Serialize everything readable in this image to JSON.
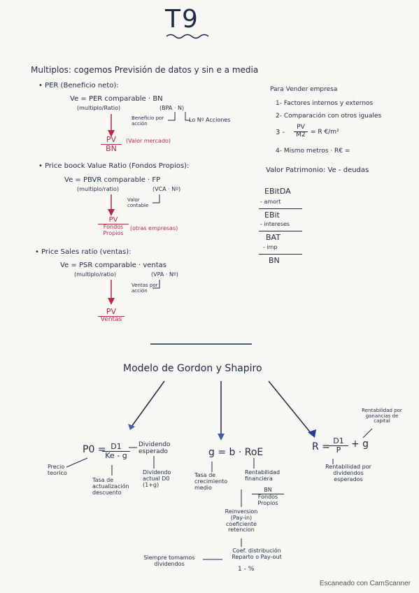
{
  "title": "T9",
  "intro": "Multiplos: cogemos Previsión de datos y sin e a media",
  "per": {
    "heading": "• PER (Beneficio neto):",
    "formula": "Ve = PER comparable · BN",
    "sub_left": "(multiplo/Ratio)",
    "sub_right": "(BPA · N)",
    "note_beneficio": "Beneficio por acción",
    "note_acciones": "Lo Nº Acciones",
    "pv_num": "PV",
    "pv_den": "BN",
    "pv_note": "(Valor mercado)"
  },
  "pbvr": {
    "heading": "• Price boock Value Ratio (Fondos Propios):",
    "formula": "Ve = PBVR comparable · FP",
    "sub_left": "(multiplo/ratio)",
    "sub_right": "(VCA · Nº)",
    "note_valor": "Valor contable",
    "pv_num": "PV",
    "pv_den": "Fondos Propios",
    "pv_note": "(otras empresas)"
  },
  "psr": {
    "heading": "• Price Sales ratio (ventas):",
    "formula": "Ve = PSR comparable · ventas",
    "sub_left": "(multiplo/ratio)",
    "sub_right": "(VPA · Nº)",
    "note_ventas": "Ventas por acción",
    "pv_num": "PV",
    "pv_den": "Ventas"
  },
  "right": {
    "heading": "Para Vender empresa",
    "item1": "1- Factores internos y externos",
    "item2": "2- Comparación con otros iguales",
    "item3_prefix": "3 -",
    "item3_num": "PV",
    "item3_den": "M2",
    "item3_suffix": "= R €/m²",
    "item4": "4- Mismo metros · R€ =",
    "valor_patrimonio": "Valor Patrimonio: Ve - deudas"
  },
  "cascade": {
    "ebitda": "EBitDA",
    "amort": "- amort",
    "ebit": "EBit",
    "intereses": "- intereses",
    "bat": "BAT",
    "imp": "- imp",
    "bn": "BN"
  },
  "gordon": {
    "title": "Modelo de Gordon y Shapiro",
    "p0_label": "P0 =",
    "p0_num": "D1",
    "p0_den": "Ke - g",
    "div_esperado": "Dividendo esperado",
    "precio_teorico": "Precio teorico",
    "tasa_actualizacion": "Tasa de actualización descuento",
    "div_actual": "Dividendo actual D0 (1+g)",
    "g_formula": "g = b · RoE",
    "tasa_crecimiento": "Tasa de crecimiento medio",
    "rentabilidad_financiera": "Rentabilidad financiera",
    "rf_num": "BN",
    "rf_den": "Fondos Propios",
    "reinversion": "Reinversion (Pay-in) coeficiente retencion",
    "coef_distribucion": "Coef. distribución Reparto o Pay-out",
    "uno_menos": "1 - %",
    "siempre": "Siempre tomamos dividendos",
    "r_label": "R =",
    "r_num": "D1",
    "r_den": "P",
    "r_plus": "+ g",
    "rent_capital": "Rentabilidad por ganancias de capital",
    "rent_dividendos": "Rentabilidad por dividendos esperados"
  },
  "footer": "Escaneado con CamScanner"
}
